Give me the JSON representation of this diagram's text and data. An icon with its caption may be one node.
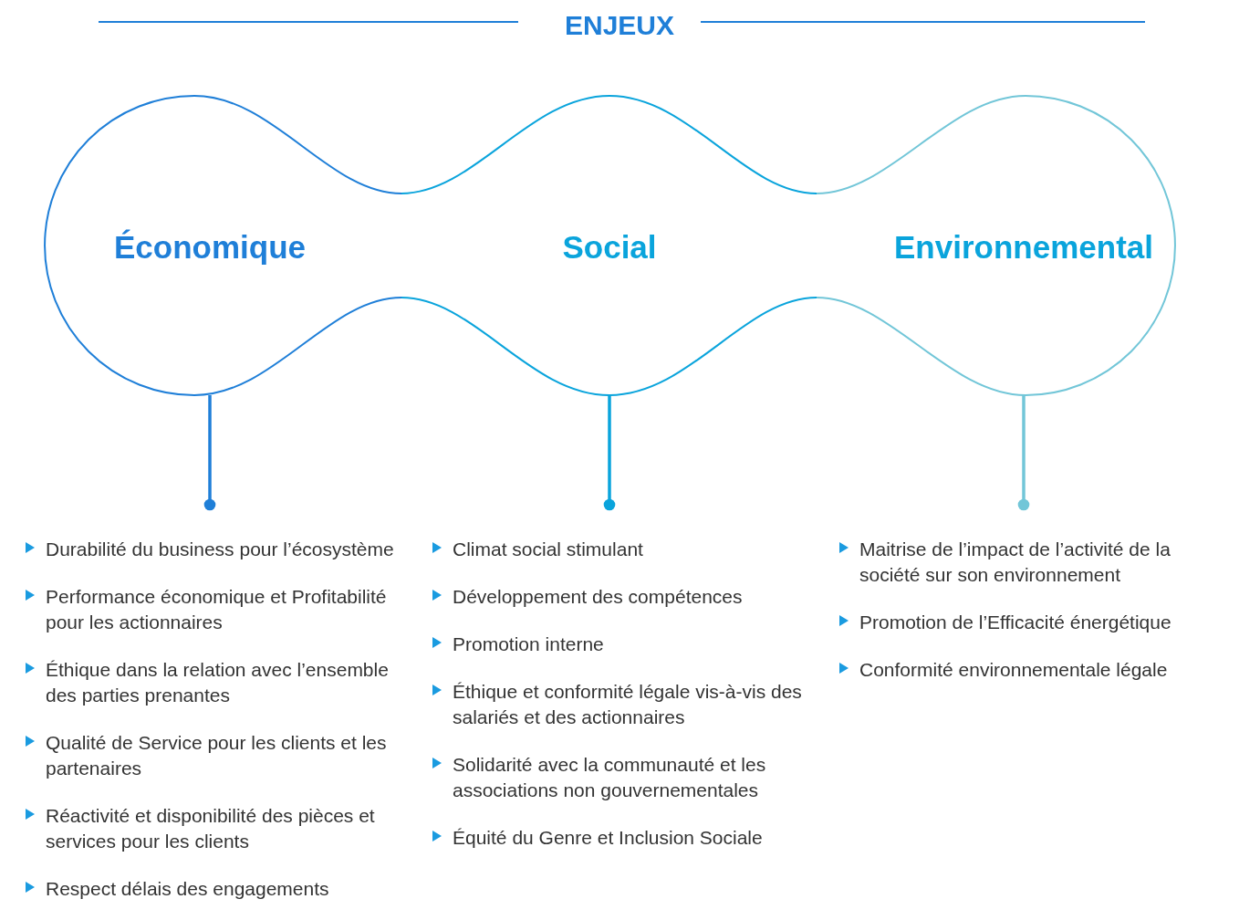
{
  "diagram": {
    "title": "ENJEUX",
    "nodes": [
      {
        "text": [
          "Économique"
        ]
      },
      {
        "text": [
          "Social"
        ]
      },
      {
        "text": [
          "Environnemental"
        ]
      },
      {
        "text": [
          "Durabilité du business pour l’écosystème",
          "Performance économique et Profitabilité pour les actionnaires",
          "Éthique dans la relation avec l’ensemble des parties prenantes",
          "Qualité de Service pour les clients et les partenaires",
          "Réactivité et disponibilité des pièces et services pour les clients",
          "Respect délais des engagements"
        ]
      },
      {
        "text": [
          "Climat social stimulant",
          "Développement des compétences",
          "Promotion interne",
          "Éthique et conformité légale vis-à-vis des salariés et des actionnaires",
          "Solidarité avec la communauté et les associations non gouvernementales",
          "Équité du Genre et Inclusion Sociale"
        ]
      },
      {
        "text": [
          "Maitrise de l’impact de l’activité de la société sur son environnement",
          "Promotion de l’Efficacité énergétique",
          "Conformité environnementale légale"
        ]
      }
    ],
    "edges": [
      {
        "from": 0,
        "to": 3,
        "arrow": "other",
        "color": "#1f7fd8"
      },
      {
        "from": 1,
        "to": 4,
        "arrow": "other",
        "color": "#0aa4dc"
      },
      {
        "from": 2,
        "to": 5,
        "arrow": "other",
        "color": "#72c6d8"
      }
    ]
  }
}
